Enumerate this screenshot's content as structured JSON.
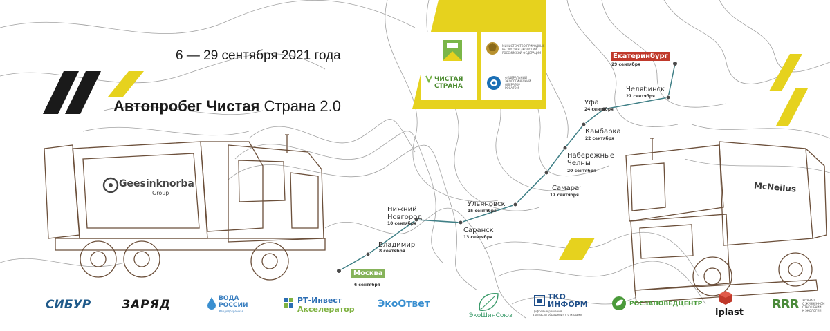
{
  "event": {
    "dates": "6 — 29 сентября 2021 года",
    "title_bold": "Автопробег Чистая",
    "title_light": "Страна 2.0"
  },
  "organizers": {
    "chistaya_strana": "ЧИСТАЯ\nСТРАНА",
    "ministry": "МИНИСТЕРСТВО ПРИРОДНЫХ\nРЕСУРСОВ И ЭКОЛОГИИ\nРОССИЙСКОЙ ФЕДЕРАЦИИ",
    "operator": "ФЕДЕРАЛЬНЫЙ\nЭКОЛОГИЧЕСКИЙ\nОПЕРАТОР\nРОСАТОМ"
  },
  "trucks": {
    "left_brand": "Geesinknorba",
    "left_sub": "Group",
    "right_brand": "McNeilus"
  },
  "route": {
    "stops": [
      {
        "city": "Москва",
        "date": "6 сентября"
      },
      {
        "city": "Владимир",
        "date": "8 сентября"
      },
      {
        "city": "Нижний Новгород",
        "date": "10 сентября"
      },
      {
        "city": "Саранск",
        "date": "13 сентября"
      },
      {
        "city": "Ульяновск",
        "date": "15 сентября"
      },
      {
        "city": "Самара",
        "date": "17 сентября"
      },
      {
        "city": "Набережные Челны",
        "date": "20 сентября"
      },
      {
        "city": "Камбарка",
        "date": "22 сентября"
      },
      {
        "city": "Уфа",
        "date": "24 сентября"
      },
      {
        "city": "Челябинск",
        "date": "27 сентября"
      },
      {
        "city": "Екатеринбург",
        "date": "29 сентября"
      }
    ]
  },
  "partners": {
    "sibur": "СИБУР",
    "zaryad": "ЗАРЯД",
    "voda_1": "ВОДА",
    "voda_2": "РОССИИ",
    "voda_tag": "#вододохранная",
    "rt_1": "РТ-Инвест",
    "rt_2": "Акселератор",
    "ekootvet": "ЭкоОтвет",
    "ekoshin": "ЭкоШинСоюз",
    "tko_1": "ТКО",
    "tko_2": "ИНФОРМ",
    "tko_tag": "Цифровые решения\nв отрасли обращения с отходами",
    "rosz": "РОСЗАПОВЕДЦЕНТР",
    "iplast": "iplast",
    "rrr": "RRR",
    "rrr_tag": "ЖУРНАЛ\nО ЖИЗНЕННОМ\nОТНОШЕНИИ\nК ЭКОЛОГИИ"
  },
  "colors": {
    "yellow": "#e6d21e",
    "black": "#1a1a1a",
    "route": "#3f7f86",
    "moscow_badge": "#86b35a",
    "finish_badge": "#c0392b",
    "truck_line": "#6b4f3a"
  }
}
